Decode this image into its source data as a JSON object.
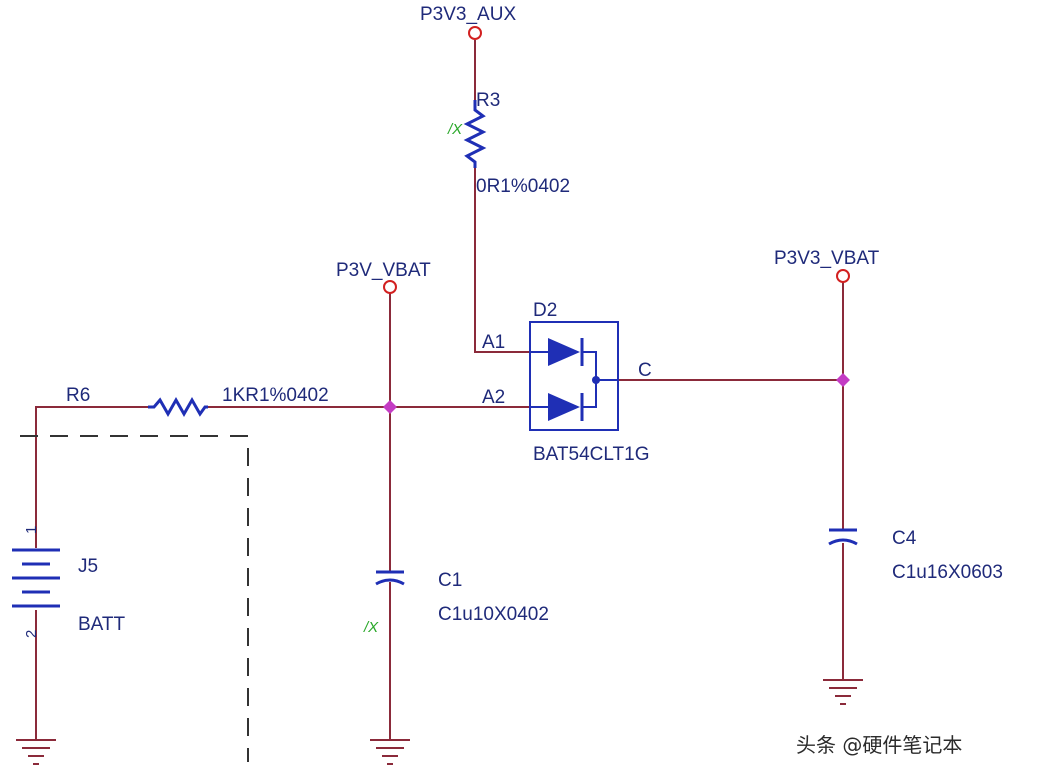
{
  "colors": {
    "wire": "#8b2a3a",
    "component": "#1f2fb5",
    "junction": "#c43cc4",
    "power_port": "#d22020",
    "label": "#1f2a7a",
    "no_connect_mark": "#2aa82a",
    "dashed": "#333333"
  },
  "nets": {
    "p3v3_aux": "P3V3_AUX",
    "p3v_vbat": "P3V_VBAT",
    "p3v3_vbat": "P3V3_VBAT"
  },
  "components": {
    "r3": {
      "ref": "R3",
      "value": "0R1%0402",
      "mark": "/X"
    },
    "r6": {
      "ref": "R6",
      "value": "1KR1%0402"
    },
    "d2": {
      "ref": "D2",
      "value": "BAT54CLT1G",
      "pin_a1": "A1",
      "pin_a2": "A2",
      "pin_c": "C"
    },
    "c1": {
      "ref": "C1",
      "value": "C1u10X0402",
      "mark": "/X"
    },
    "c4": {
      "ref": "C4",
      "value": "C1u16X0603"
    },
    "j5": {
      "ref": "J5",
      "value": "BATT",
      "pin1": "1",
      "pin2": "2"
    }
  },
  "watermark": "头条 @硬件笔记本"
}
